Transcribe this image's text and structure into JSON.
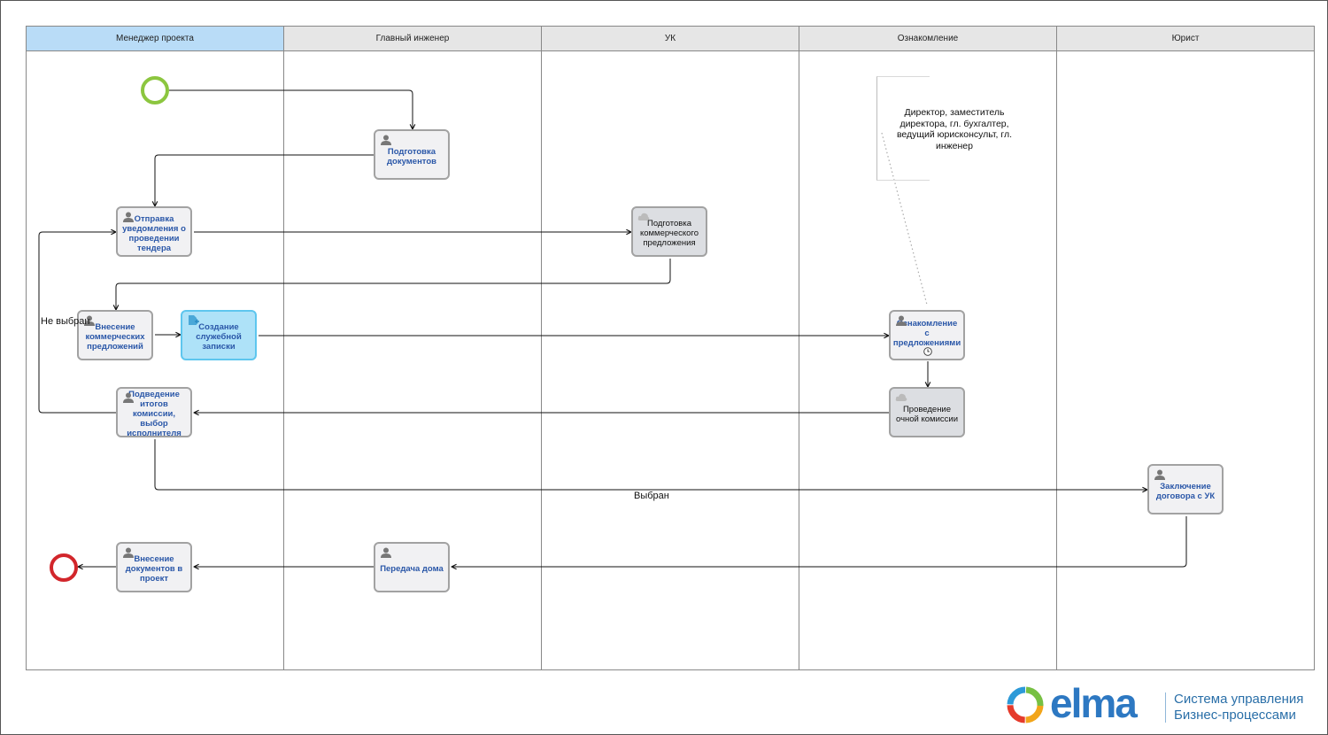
{
  "lanes": [
    {
      "label": "Менеджер проекта"
    },
    {
      "label": "Главный инженер"
    },
    {
      "label": "УК"
    },
    {
      "label": "Ознакомление"
    },
    {
      "label": "Юрист"
    }
  ],
  "tasks": {
    "prep_docs": "Подготовка документов",
    "send_notice": "Отправка уведомления о проведении тендера",
    "prep_offer": "Подготовка коммерческого предложения",
    "enter_offers": "Внесение коммерческих предложений",
    "create_memo": "Создание служебной записки",
    "review_offers": "Ознакомление с предложениями",
    "summarize": "Подведение итогов комиссии, выбор исполнителя",
    "hold_commission": "Проведение очной комиссии",
    "contract": "Заключение договора с УК",
    "transfer_house": "Передача дома",
    "enter_project_docs": "Внесение документов в проект"
  },
  "edge_labels": {
    "not_selected": "Не выбран",
    "selected": "Выбран"
  },
  "annotation": "Директор, заместитель директора,  гл. бухгалтер, ведущий юрисконсульт, гл. инженер",
  "logo": {
    "brand": "elma",
    "line1": "Система управления",
    "line2": "Бизнес-процессами"
  },
  "colors": {
    "start_event": "#8cc63f",
    "end_event": "#d2262b",
    "active_lane": "#b9dcf7",
    "selected_task": "#aee2f8",
    "task_text": "#2a57a8"
  }
}
